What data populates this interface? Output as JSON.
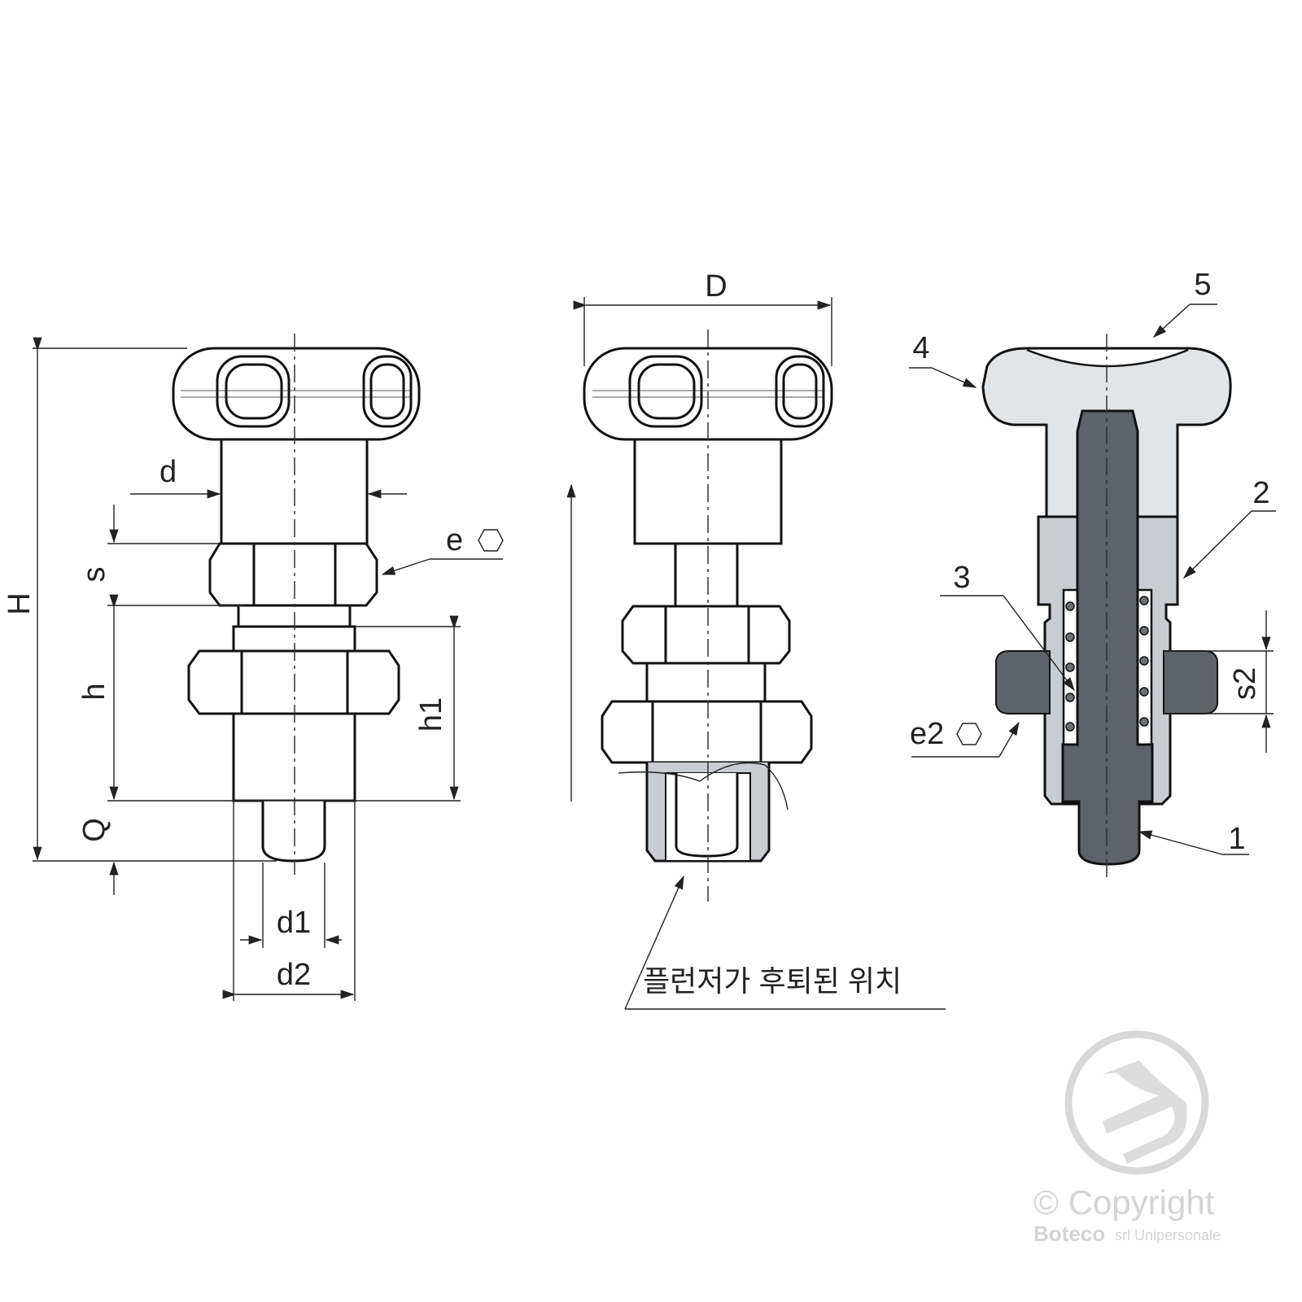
{
  "labels": {
    "H": "H",
    "d": "d",
    "s": "s",
    "h": "h",
    "h1": "h1",
    "Q": "Q",
    "d1": "d1",
    "d2": "d2",
    "e": "e",
    "D": "D",
    "s2": "s2",
    "e2": "e2",
    "part1": "1",
    "part2": "2",
    "part3": "3",
    "part4": "4",
    "part5": "5"
  },
  "caption": "플런저가 후퇴된 위치",
  "watermark": {
    "copyright": "© Copyright",
    "company": "Boteco",
    "company_suffix": "srl Unipersonale"
  },
  "colors": {
    "knob": "#e2e5e8",
    "body": "#c9cdd1",
    "pin": "#5d6369",
    "watermark": "#d4d4d4"
  }
}
